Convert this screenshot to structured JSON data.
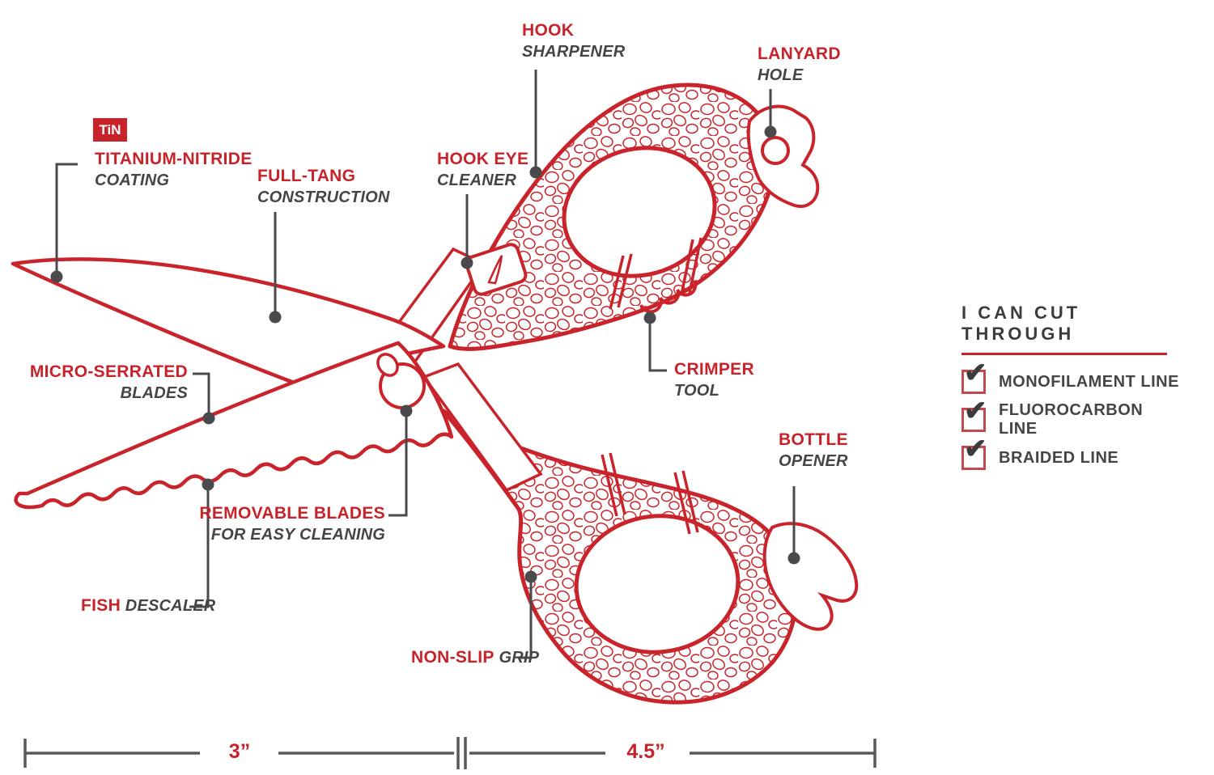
{
  "palette": {
    "red": "#c7232b",
    "dark_text": "#454548",
    "leader_gray": "#4a4a4d",
    "dim_gray": "#58585b"
  },
  "badge": {
    "text": "TiN"
  },
  "callouts": {
    "tin": {
      "title": "TITANIUM-NITRIDE",
      "subtitle": "COATING"
    },
    "full_tang": {
      "title": "FULL-TANG",
      "subtitle": "CONSTRUCTION"
    },
    "hook_sharpener": {
      "title": "HOOK",
      "subtitle": "SHARPENER"
    },
    "hook_eye": {
      "title": "HOOK EYE",
      "subtitle": "CLEANER"
    },
    "lanyard": {
      "title": "LANYARD",
      "subtitle": "HOLE"
    },
    "crimper": {
      "title": "CRIMPER",
      "subtitle": "TOOL"
    },
    "micro_serrated": {
      "title": "MICRO-SERRATED",
      "subtitle": "BLADES"
    },
    "removable": {
      "title": "REMOVABLE BLADES",
      "subtitle": "FOR EASY CLEANING"
    },
    "fish": {
      "title": "FISH",
      "subtitle": " DESCALER"
    },
    "non_slip": {
      "title": "NON-SLIP",
      "subtitle": " GRIP"
    },
    "bottle": {
      "title": "BOTTLE",
      "subtitle": "OPENER"
    }
  },
  "cut_through": {
    "heading": "I CAN CUT THROUGH",
    "check_glyph": "✔",
    "items": [
      "MONOFILAMENT LINE",
      "FLUOROCARBON LINE",
      "BRAIDED LINE"
    ]
  },
  "dimensions": {
    "blade_length": "3”",
    "handle_length": "4.5”"
  }
}
